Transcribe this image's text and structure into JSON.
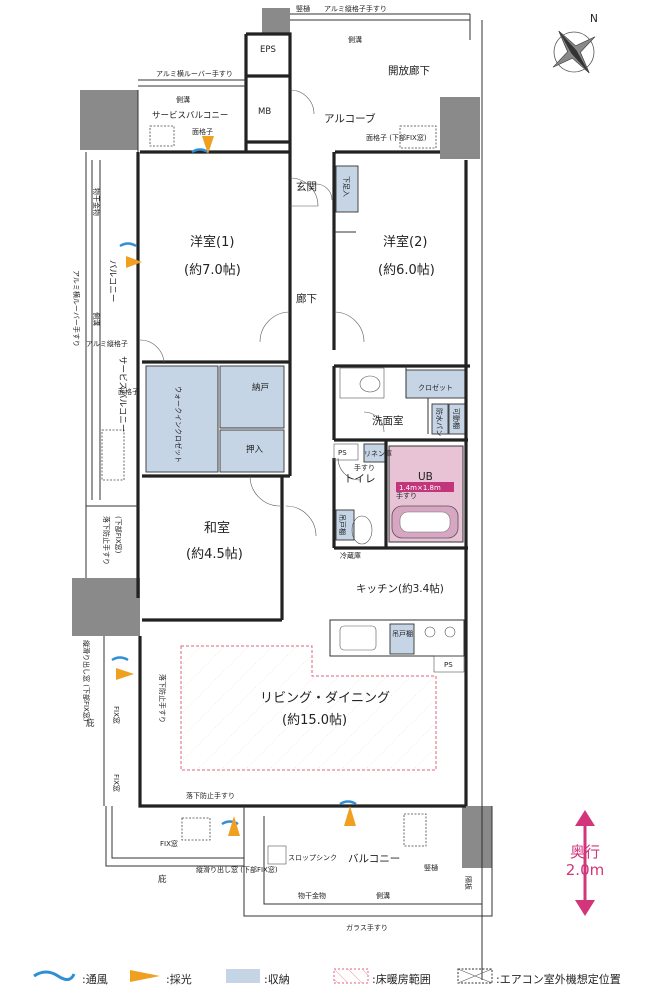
{
  "rooms": {
    "western1_name": "洋室(1)",
    "western1_size": "(約7.0帖)",
    "western2_name": "洋室(2)",
    "western2_size": "(約6.0帖)",
    "japanese_name": "和室",
    "japanese_size": "(約4.5帖)",
    "living_name": "リビング・ダイニング",
    "living_size": "(約15.0帖)",
    "kitchen": "キッチン(約3.4帖)",
    "entrance": "玄関",
    "hallway": "廊下",
    "washroom": "洗面室",
    "toilet": "トイレ",
    "ub": "UB",
    "ub_size": "1.4m×1.8m",
    "open_corridor": "開放廊下",
    "alcove": "アルコーブ",
    "service_balcony_top": "サービスバルコニー",
    "service_balcony_side": "サービスバルコニー",
    "balcony_side": "バルコニー",
    "balcony_bottom": "バルコニー"
  },
  "storage": {
    "walk_in_closet": "ウォークインクロゼット",
    "nando": "納戸",
    "oshiire": "押入",
    "closet": "クロゼット",
    "shoe_box": "下足入",
    "linen": "リネン庫",
    "movable_shelf": "可動棚",
    "waterproof_pan": "防水パン",
    "hanging_cabinet": "吊戸棚",
    "hanging_cabinet2": "吊戸棚",
    "fridge": "冷蔵庫"
  },
  "fixtures": {
    "eps": "EPS",
    "mb": "MB",
    "ps1": "PS",
    "ps2": "PS",
    "gutter_top": "竪樋",
    "gutter_bottom": "竪樋",
    "slop_sink": "スロップシンク",
    "drying_top": "物干金物",
    "drying_bottom": "物干金物",
    "handrail_alu_top": "アルミ縦格子手すり",
    "handrail_alu_louver": "アルミ横ルーバー手すり",
    "handrail_alu_louver_side": "アルミ横ルーバー手すり",
    "lattice_top": "面格子",
    "lattice_fix": "面格子\n(下部FIX窓)",
    "drain_top": "側溝",
    "drain_sb": "側溝",
    "drain_side": "側溝",
    "drain_bottom": "側溝",
    "alu_lattice": "アルミ縦格子",
    "window_lattice": "面格子",
    "fall_rail1": "落下防止手すり",
    "fall_rail2": "落下防止手すり",
    "fall_rail3": "落下防止手すり",
    "lower_fix": "(下部FIX窓)",
    "fix_window1": "FIX窓",
    "fix_window2": "FIX窓",
    "fix_window3": "FIX窓",
    "slide_window1": "縦滑り出し窓\n(下部FIX窓)",
    "slide_window2": "縦滑り出し窓\n(下部FIX窓)",
    "eaves1": "庇",
    "eaves2": "庇",
    "glass_rail": "ガラス手すり",
    "handrail1": "手すり",
    "handrail2": "手すり",
    "fence": "隔板"
  },
  "depth": {
    "label": "奥行",
    "value": "2.0m"
  },
  "legend": {
    "ventilation": ":通風",
    "lighting": ":採光",
    "storage": ":収納",
    "floor_heating": ":床暖房範囲",
    "ac_outdoor": ":エアコン室外機想定位置"
  },
  "compass": {
    "north": "N"
  },
  "colors": {
    "storage": "#c6d5e6",
    "bath": "#e8c3d6",
    "ventilation": "#2e8fd6",
    "lighting": "#f0a020",
    "heat_area": "#e0607a",
    "depth_arrow": "#d2357a",
    "pillar": "#8a8a8a"
  }
}
